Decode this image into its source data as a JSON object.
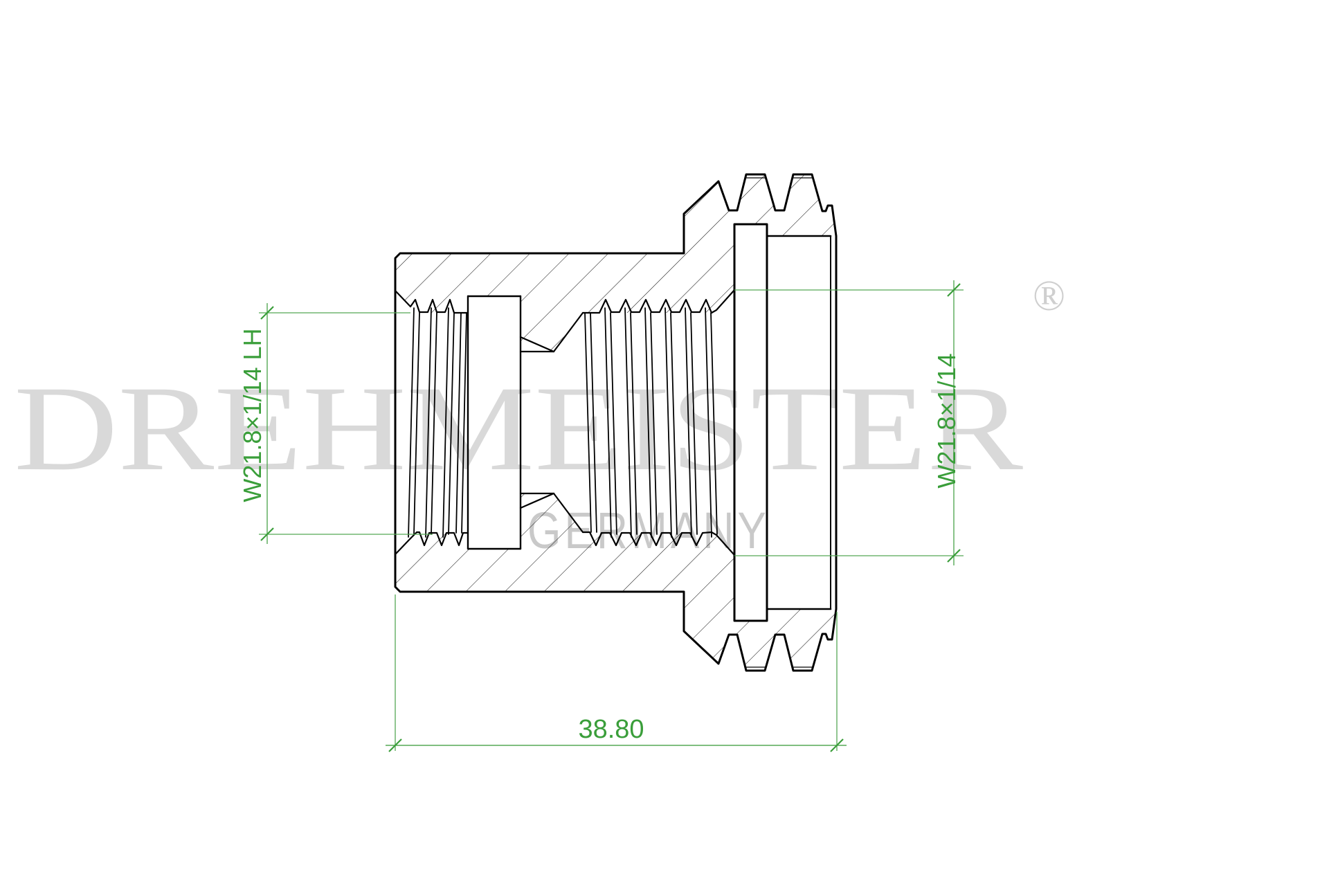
{
  "watermark": {
    "brand": "DREHMEISTER",
    "registered": "®",
    "subtitle": "GERMANY"
  },
  "dimensions": {
    "left_thread": {
      "label": "W21.8×1/14 LH"
    },
    "right_thread": {
      "label": "W21.8×1/14"
    },
    "overall_length": {
      "label": "38.80"
    }
  },
  "colors": {
    "dimension_green": "#3a9e3a",
    "extension_green": "#55a855",
    "watermark_gray": "#d9d9d9",
    "subtitle_gray": "#c9c9c9",
    "line_black": "#000000"
  }
}
